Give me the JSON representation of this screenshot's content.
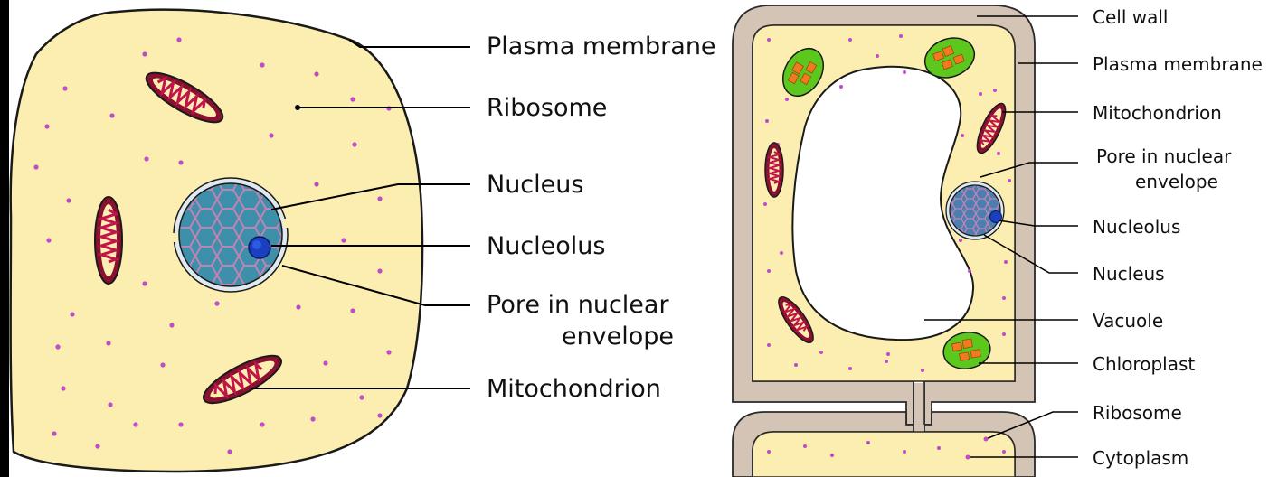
{
  "animal_cell": {
    "labels": {
      "plasma_membrane": "Plasma membrane",
      "ribosome": "Ribosome",
      "nucleus": "Nucleus",
      "nucleolus": "Nucleolus",
      "pore_line1": "Pore in nuclear",
      "pore_line2": "envelope",
      "mitochondrion": "Mitochondrion"
    }
  },
  "plant_cell": {
    "labels": {
      "cell_wall": "Cell wall",
      "plasma_membrane": "Plasma membrane",
      "mitochondrion": "Mitochondrion",
      "pore_line1": "Pore in nuclear",
      "pore_line2": "envelope",
      "nucleolus": "Nucleolus",
      "nucleus": "Nucleus",
      "vacuole": "Vacuole",
      "chloroplast": "Chloroplast",
      "ribosome": "Ribosome",
      "cytoplasm": "Cytoplasm"
    }
  },
  "colors": {
    "cytoplasm": "#fbeeb0",
    "cell_wall": "#d4c4b5",
    "ribosome": "#c04cc8",
    "mitochondrion": "#c0144a",
    "nucleus": "#3d8faa",
    "nucleolus": "#1a3fbf",
    "chloroplast": "#5cc81e",
    "thylakoid": "#f07a1e"
  }
}
